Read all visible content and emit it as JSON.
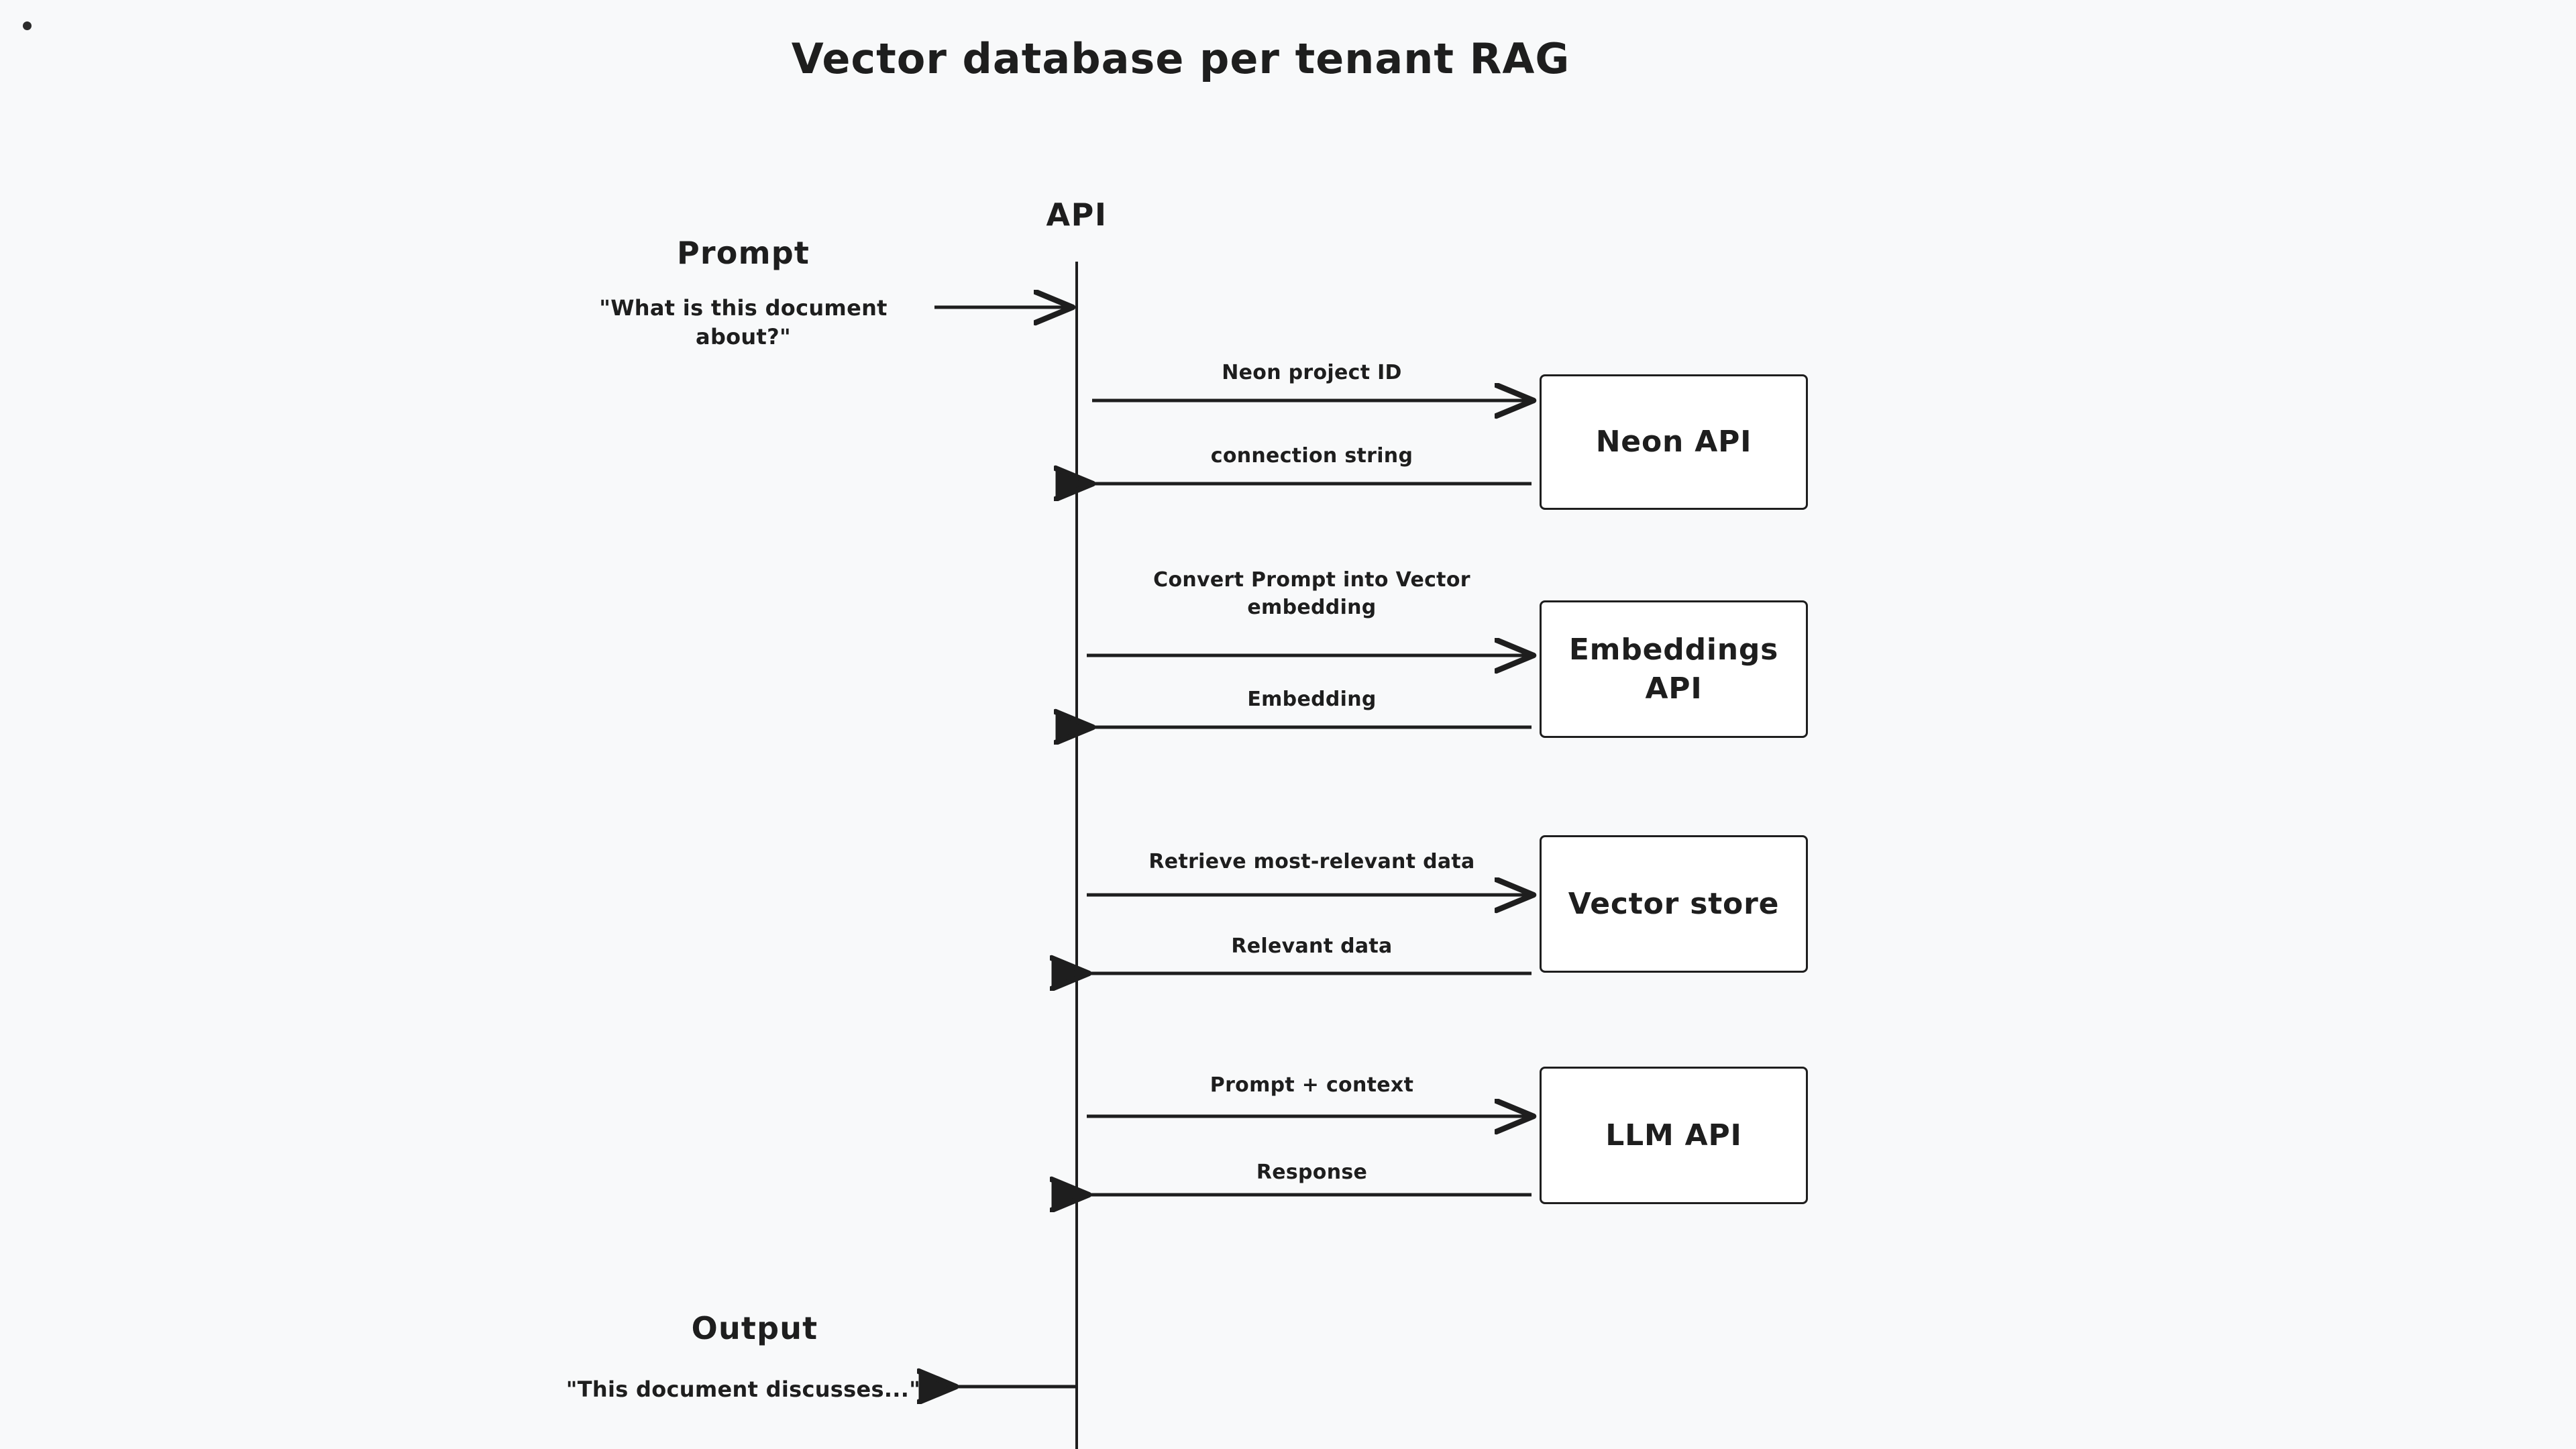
{
  "canvas": {
    "background_color": "#f8f9fa",
    "ink_color": "#1e1e1e",
    "box_fill_color": "#ffffff"
  },
  "title": "Vector database per tenant RAG",
  "lifeline": {
    "label": "API"
  },
  "left_column": {
    "prompt_heading": "Prompt",
    "prompt_text": "\"What is this document about?\"",
    "output_heading": "Output",
    "output_text": "\"This document discusses...\""
  },
  "nodes": [
    {
      "id": "neon-api",
      "label": "Neon API"
    },
    {
      "id": "embeddings-api",
      "label": "Embeddings API"
    },
    {
      "id": "vector-store",
      "label": "Vector store"
    },
    {
      "id": "llm-api",
      "label": "LLM API"
    }
  ],
  "messages": [
    {
      "id": "prompt-in",
      "label": "",
      "direction": "right"
    },
    {
      "id": "neon-project-id",
      "label": "Neon project ID",
      "direction": "right"
    },
    {
      "id": "connection-string",
      "label": "connection string",
      "direction": "left"
    },
    {
      "id": "convert-prompt",
      "label": "Convert Prompt into Vector embedding",
      "direction": "right"
    },
    {
      "id": "embedding",
      "label": "Embedding",
      "direction": "left"
    },
    {
      "id": "retrieve-relevant",
      "label": "Retrieve most-relevant data",
      "direction": "right"
    },
    {
      "id": "relevant-data",
      "label": "Relevant data",
      "direction": "left"
    },
    {
      "id": "prompt-context",
      "label": "Prompt + context",
      "direction": "right"
    },
    {
      "id": "response",
      "label": "Response",
      "direction": "left"
    },
    {
      "id": "output-out",
      "label": "",
      "direction": "left"
    }
  ]
}
